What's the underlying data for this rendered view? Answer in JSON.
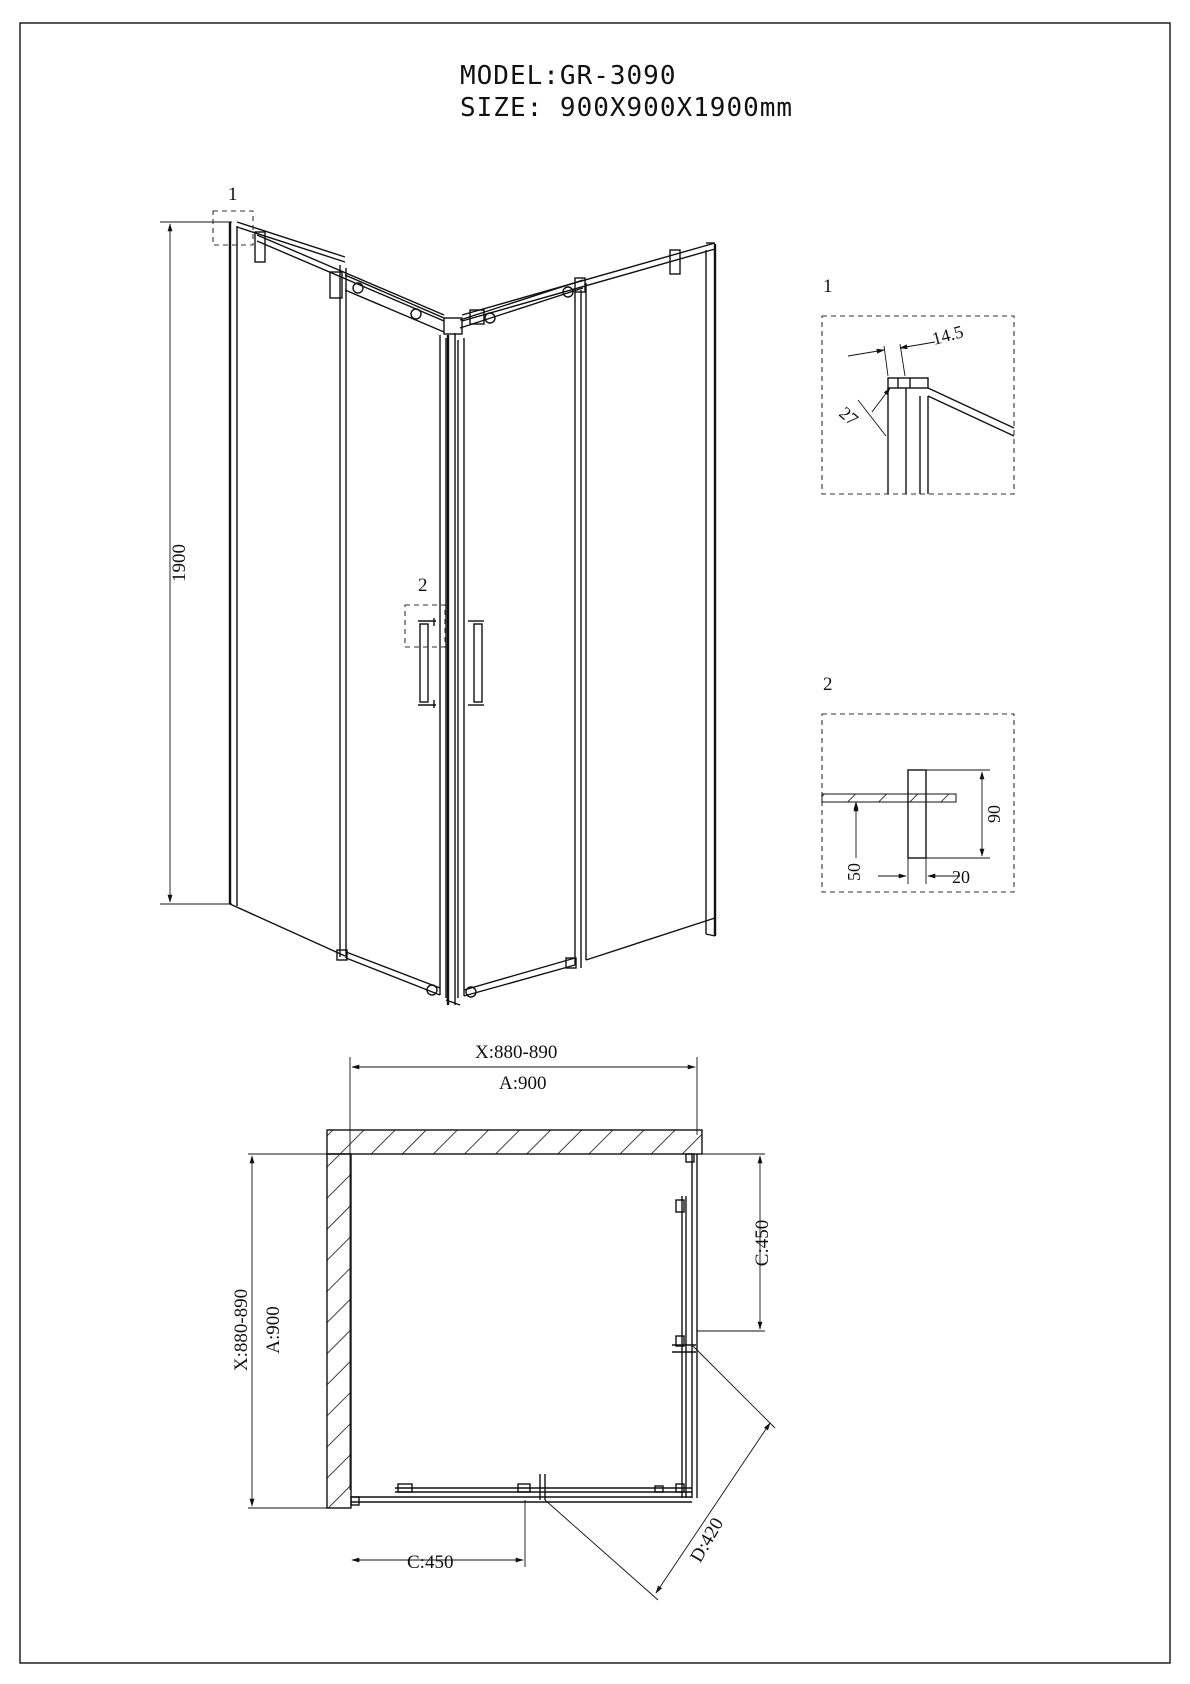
{
  "title": {
    "model": "MODEL:GR-3090",
    "size": "SIZE: 900X900X1900mm"
  },
  "elevation": {
    "height_label": "1900",
    "callout_1": "1",
    "callout_2": "2"
  },
  "detail_1": {
    "label": "1",
    "dim_width": "14.5",
    "dim_depth": "27"
  },
  "detail_2": {
    "label": "2",
    "dim_height": "90",
    "dim_offset": "50",
    "dim_width": "20"
  },
  "plan": {
    "top_range": "X:880-890",
    "top_nominal": "A:900",
    "left_range": "X:880-890",
    "left_nominal": "A:900",
    "right_door": "C:450",
    "bottom_door": "C:450",
    "diagonal": "D:420"
  }
}
